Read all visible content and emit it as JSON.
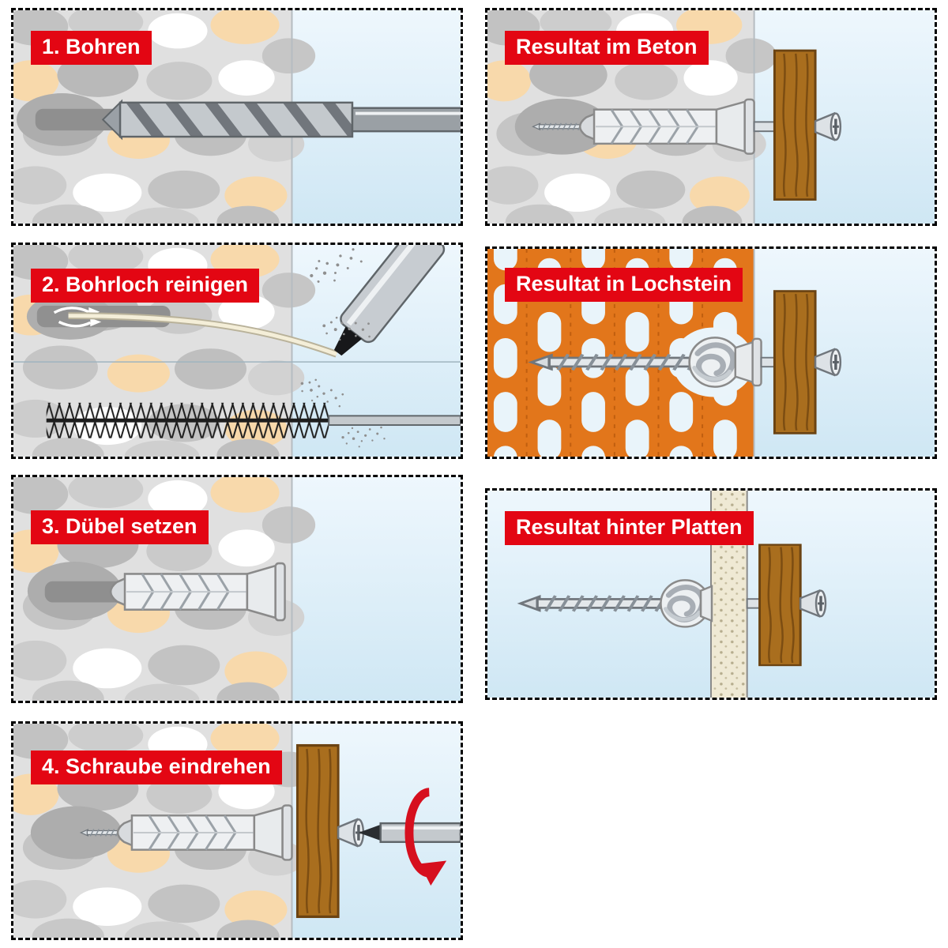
{
  "panels": [
    {
      "id": "step-1-bohren",
      "label": "1. Bohren"
    },
    {
      "id": "step-2-bohrloch-reinigen",
      "label": "2. Bohrloch reinigen"
    },
    {
      "id": "step-3-duebel-setzen",
      "label": "3. Dübel setzen"
    },
    {
      "id": "step-4-schraube-eindrehen",
      "label": "4. Schraube eindrehen"
    },
    {
      "id": "result-beton",
      "label": "Resultat im Beton"
    },
    {
      "id": "result-lochstein",
      "label": "Resultat in Lochstein"
    },
    {
      "id": "result-platten",
      "label": "Resultat hinter Platten"
    }
  ],
  "colors": {
    "accent_red": "#e30613",
    "rotation_arrow_red": "#d60f1e",
    "brick_orange": "#e2761b",
    "wood_brown": "#a96e1e",
    "background_blue": "#d9ecf7"
  }
}
